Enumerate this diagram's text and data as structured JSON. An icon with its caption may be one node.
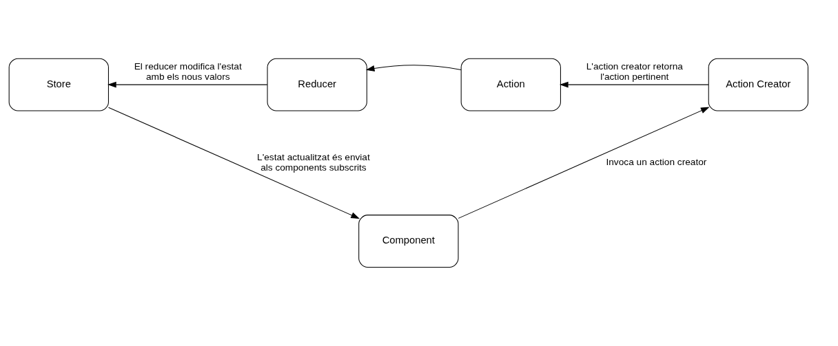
{
  "diagram": {
    "nodes": [
      {
        "text": [
          "Store"
        ]
      },
      {
        "text": [
          "Reducer"
        ]
      },
      {
        "text": [
          "Action"
        ]
      },
      {
        "text": [
          "Action Creator"
        ]
      },
      {
        "text": [
          "Component"
        ]
      }
    ],
    "edges": [
      {
        "from": 3,
        "to": 2,
        "arrow": "to",
        "label": "L'action creator retorna l'action pertinent"
      },
      {
        "from": 2,
        "to": 1,
        "arrow": "to"
      },
      {
        "from": 1,
        "to": 0,
        "arrow": "to",
        "label": "El reducer modifica l'estat amb els nous valors"
      },
      {
        "from": 0,
        "to": 4,
        "arrow": "to",
        "label": "L'estat actualitzat és enviat als components subscrits"
      },
      {
        "from": 4,
        "to": 3,
        "arrow": "to",
        "label": "Invoca un action creator"
      }
    ]
  }
}
